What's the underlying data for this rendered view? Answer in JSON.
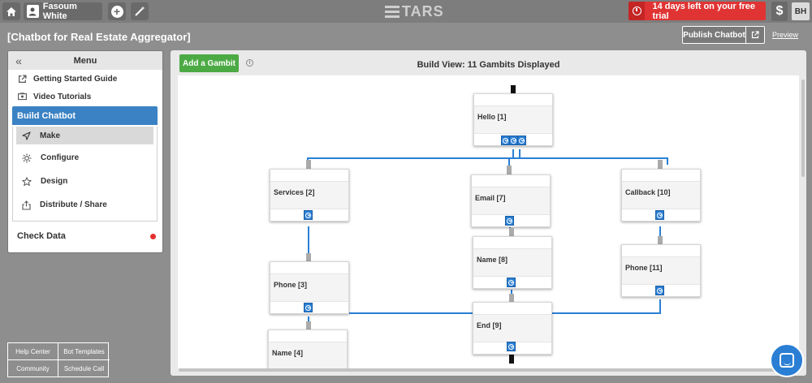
{
  "topbar": {
    "user_name": "Fasoum White",
    "logo_text": "TARS",
    "trial_text": "14 days left on your free trial",
    "dollar_label": "$",
    "avatar_initials": "BH"
  },
  "header": {
    "project_title": "[Chatbot for Real Estate Aggregator]",
    "publish_label": "Publish Chatbot",
    "preview_label": "Preview"
  },
  "sidebar": {
    "menu_title": "Menu",
    "guide_label": "Getting Started Guide",
    "videos_label": "Video Tutorials",
    "build_label": "Build Chatbot",
    "build_items": [
      "Make",
      "Configure",
      "Design",
      "Distribute / Share"
    ],
    "check_data_label": "Check Data"
  },
  "footer_links": [
    "Help Center",
    "Bot Templates",
    "Community",
    "Schedule Call"
  ],
  "canvas": {
    "add_gambit_label": "Add a Gambit",
    "view_title": "Build View: 11 Gambits Displayed",
    "gambits": [
      "Hello [1]",
      "Services [2]",
      "Email [7]",
      "Callback [10]",
      "Name [8]",
      "Phone [3]",
      "Phone [11]",
      "End [9]",
      "Name [4]"
    ]
  },
  "colors": {
    "accent_blue": "#3b82c4",
    "connector_blue": "#2a7fd4",
    "add_green": "#4caa45",
    "trial_red": "#e03434"
  }
}
